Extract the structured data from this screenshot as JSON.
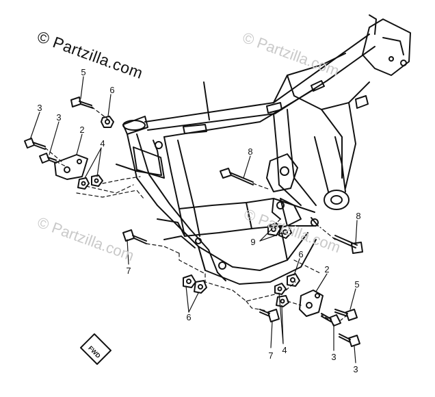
{
  "watermark": {
    "main": "© Partzilla.com",
    "ghost": "© Partzilla.com"
  },
  "callouts": {
    "c1": "5",
    "c2": "6",
    "c3": "3",
    "c4": "3",
    "c5": "2",
    "c6": "4",
    "c7": "8",
    "c8": "8",
    "c9": "9",
    "c10": "7",
    "c11": "6",
    "c12": "6",
    "c13": "2",
    "c14": "5",
    "c15": "3",
    "c16": "3",
    "c17": "7",
    "c18": "4"
  },
  "fwd_label": "FWD"
}
